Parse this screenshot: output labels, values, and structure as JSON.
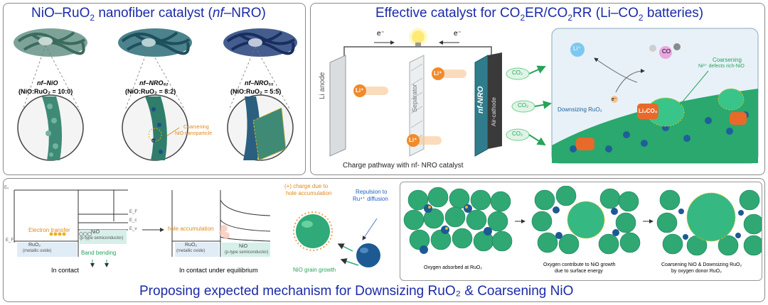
{
  "panel_a": {
    "title_main": "NiO–RuO",
    "title_sub": "2",
    "title_rest": " nanofiber catalyst (",
    "title_italic": "nf",
    "title_end": "–NRO)",
    "samples": [
      {
        "name": "nf–NiO",
        "ratio": "(NiO:RuO₂ = 10:0)"
      },
      {
        "name": "nf–NRO₈₂",
        "ratio": "(NiO:RuO₂ = 8:2)"
      },
      {
        "name": "nf–NRO₅₅",
        "ratio": "(NiO:RuO₂ = 5:5)"
      }
    ],
    "coarsening_label_1": "Coarsening",
    "coarsening_label_2": "NiO nanoparticle"
  },
  "panel_b": {
    "title_a": "Effective catalyst for CO",
    "title_b": "ER/CO",
    "title_c": "RR (Li–CO",
    "title_d": " batteries)",
    "electron_left": "e⁻",
    "electron_right": "e⁻",
    "anode_label": "Li anode",
    "separator_label": "Separator",
    "nro_label": "nf-NRO",
    "cathode_label": "Air-cathode",
    "li_ion": "Li⁺",
    "co2": "CO₂",
    "caption": "Charge pathway with nf- NRO catalyst",
    "downsizing_label": "Downsizing RuO₂",
    "coarsening_label_1": "Coarsening",
    "coarsening_label_2": "Ni²⁺ defects rich-NiO",
    "li2co3": "Li₂CO₃",
    "co": "CO",
    "e": "e⁻"
  },
  "panel_c": {
    "band_left": {
      "ev": "E₀",
      "ef": "E_F",
      "ec": "E_c",
      "evb": "E_v",
      "electron_transfer": "Electron transfer",
      "ruo2": "RuO₂",
      "ruo2_sub": "(metallic oxide)",
      "nio": "NiO",
      "nio_sub": "(p-type semiconductor)",
      "band_bending": "Band bending",
      "caption": "In contact"
    },
    "band_right": {
      "hole_accumulation": "hole accumulation",
      "ruo2": "RuO₂",
      "ruo2_sub": "(metallic oxide)",
      "nio": "NiO",
      "nio_sub": "(p-type semiconductor)",
      "caption": "In contact under equilibrium"
    },
    "charge_label_1": "(+) charge due to",
    "charge_label_2": "hole accumulation",
    "repulsion_1": "Repulsion to",
    "repulsion_2": "Ru⁴⁺ diffusion",
    "grain_growth": "NiO grain growth",
    "stage_captions": [
      [
        "Oxygen adsorbed at RuO₂"
      ],
      [
        "Oxygen contribute to NiO growth",
        "due to surface energy"
      ],
      [
        "Coarsening NiO & Downsizing RuO₂",
        "by oxygen donor RuO₂"
      ]
    ]
  },
  "footer_title": "Proposing expected mechanism for Downsizing RuO₂ & Coarsening NiO",
  "colors": {
    "title_blue": "#1b2aa8",
    "grain_green": "#2f9e6e",
    "ruo2_blue": "#1e5f9a",
    "li_orange": "#f08a2a",
    "arrow_green": "#27a35a"
  }
}
